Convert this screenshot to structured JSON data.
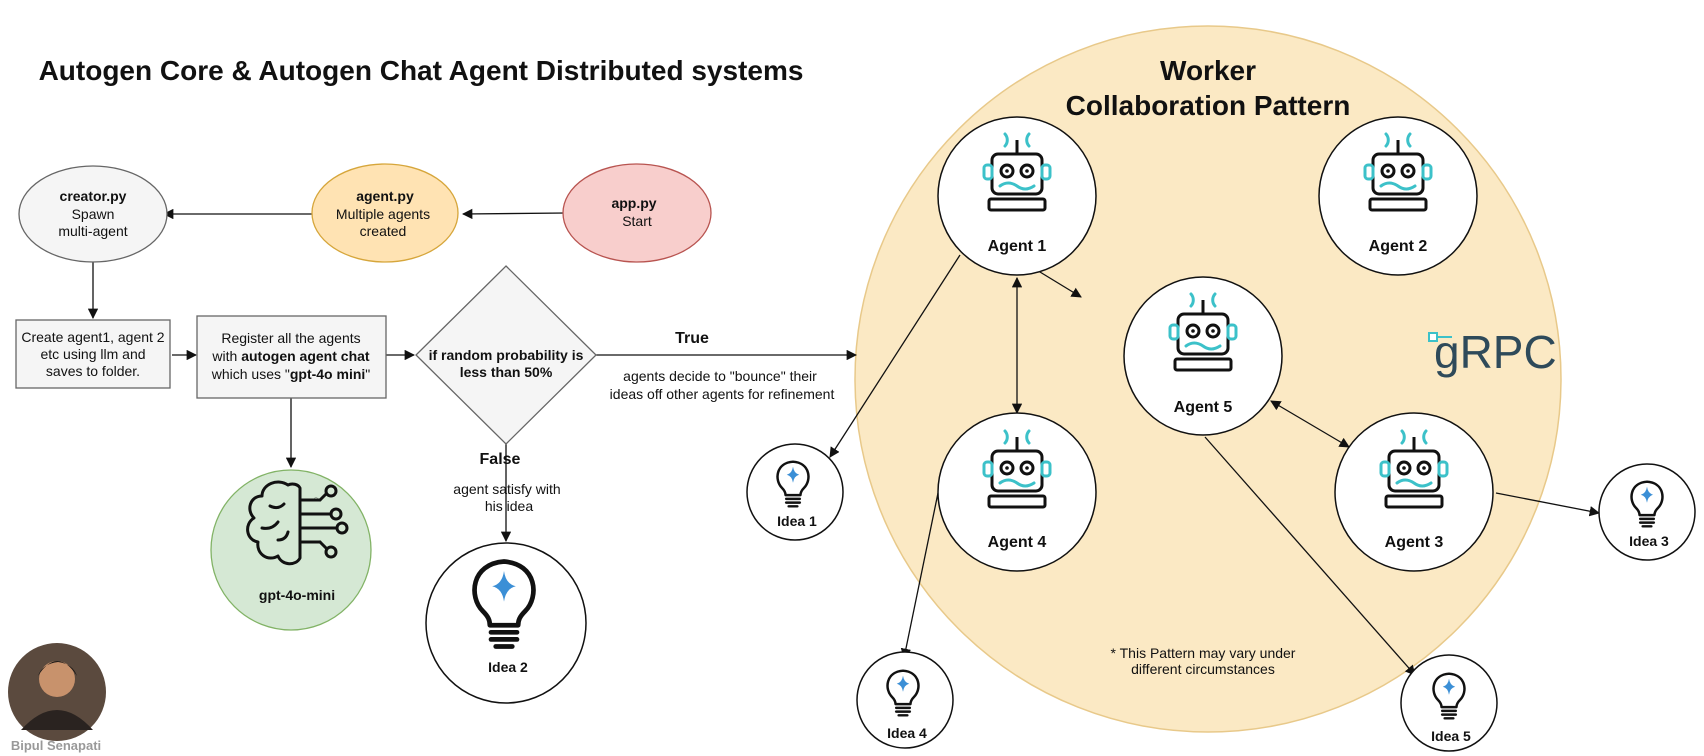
{
  "title": "Autogen Core & Autogen Chat Agent Distributed systems",
  "worker": {
    "title_line1": "Worker",
    "title_line2": "Collaboration Pattern",
    "note_line1": "* This Pattern may vary under",
    "note_line2": "different circumstances"
  },
  "nodes": {
    "creator": {
      "name": "creator.py",
      "line1": "Spawn",
      "line2": "multi-agent"
    },
    "agent_py": {
      "name": "agent.py",
      "line1": "Multiple agents",
      "line2": "created"
    },
    "app_py": {
      "name": "app.py",
      "line1": "Start"
    },
    "create_box": {
      "line1": "Create agent1, agent 2",
      "line2": "etc using llm and",
      "line3": "saves to folder."
    },
    "register_box": {
      "line1": "Register all the agents",
      "line2_pre": "with ",
      "line2_bold": "autogen agent chat",
      "line3_pre": "which uses \"",
      "line3_bold": "gpt-4o mini",
      "line3_post": "\""
    },
    "decision": {
      "line1": "if random probability is",
      "line2": "less than 50%"
    },
    "llm": {
      "label": "gpt-4o-mini"
    }
  },
  "edges": {
    "true_label": "True",
    "true_desc_line1": "agents decide to \"bounce\" their",
    "true_desc_line2": "ideas off other agents for refinement",
    "false_label": "False",
    "false_desc_line1": "agent satisfy with",
    "false_desc_line2": "his idea"
  },
  "agents": [
    "Agent 1",
    "Agent 2",
    "Agent 3",
    "Agent 4",
    "Agent 5"
  ],
  "ideas": [
    "Idea 1",
    "Idea 2",
    "Idea 3",
    "Idea 4",
    "Idea 5"
  ],
  "grpc_logo": "gRPC",
  "author": "Bipul Senapati",
  "colors": {
    "worker_fill": "#fbe9c4",
    "worker_stroke": "#e8c98a",
    "creator_fill": "#f5f5f5",
    "agent_py_fill": "#ffe3b3",
    "agent_py_stroke": "#d6a63b",
    "app_py_fill": "#f8cecc",
    "app_py_stroke": "#b85450",
    "box_fill": "#f5f5f5",
    "box_stroke": "#666666",
    "llm_fill": "#d5e8d4",
    "llm_stroke": "#82b366",
    "robot_teal": "#3cc1c9",
    "bulb_spark": "#3b8fd6",
    "grpc_color": "#2e4a5a"
  }
}
